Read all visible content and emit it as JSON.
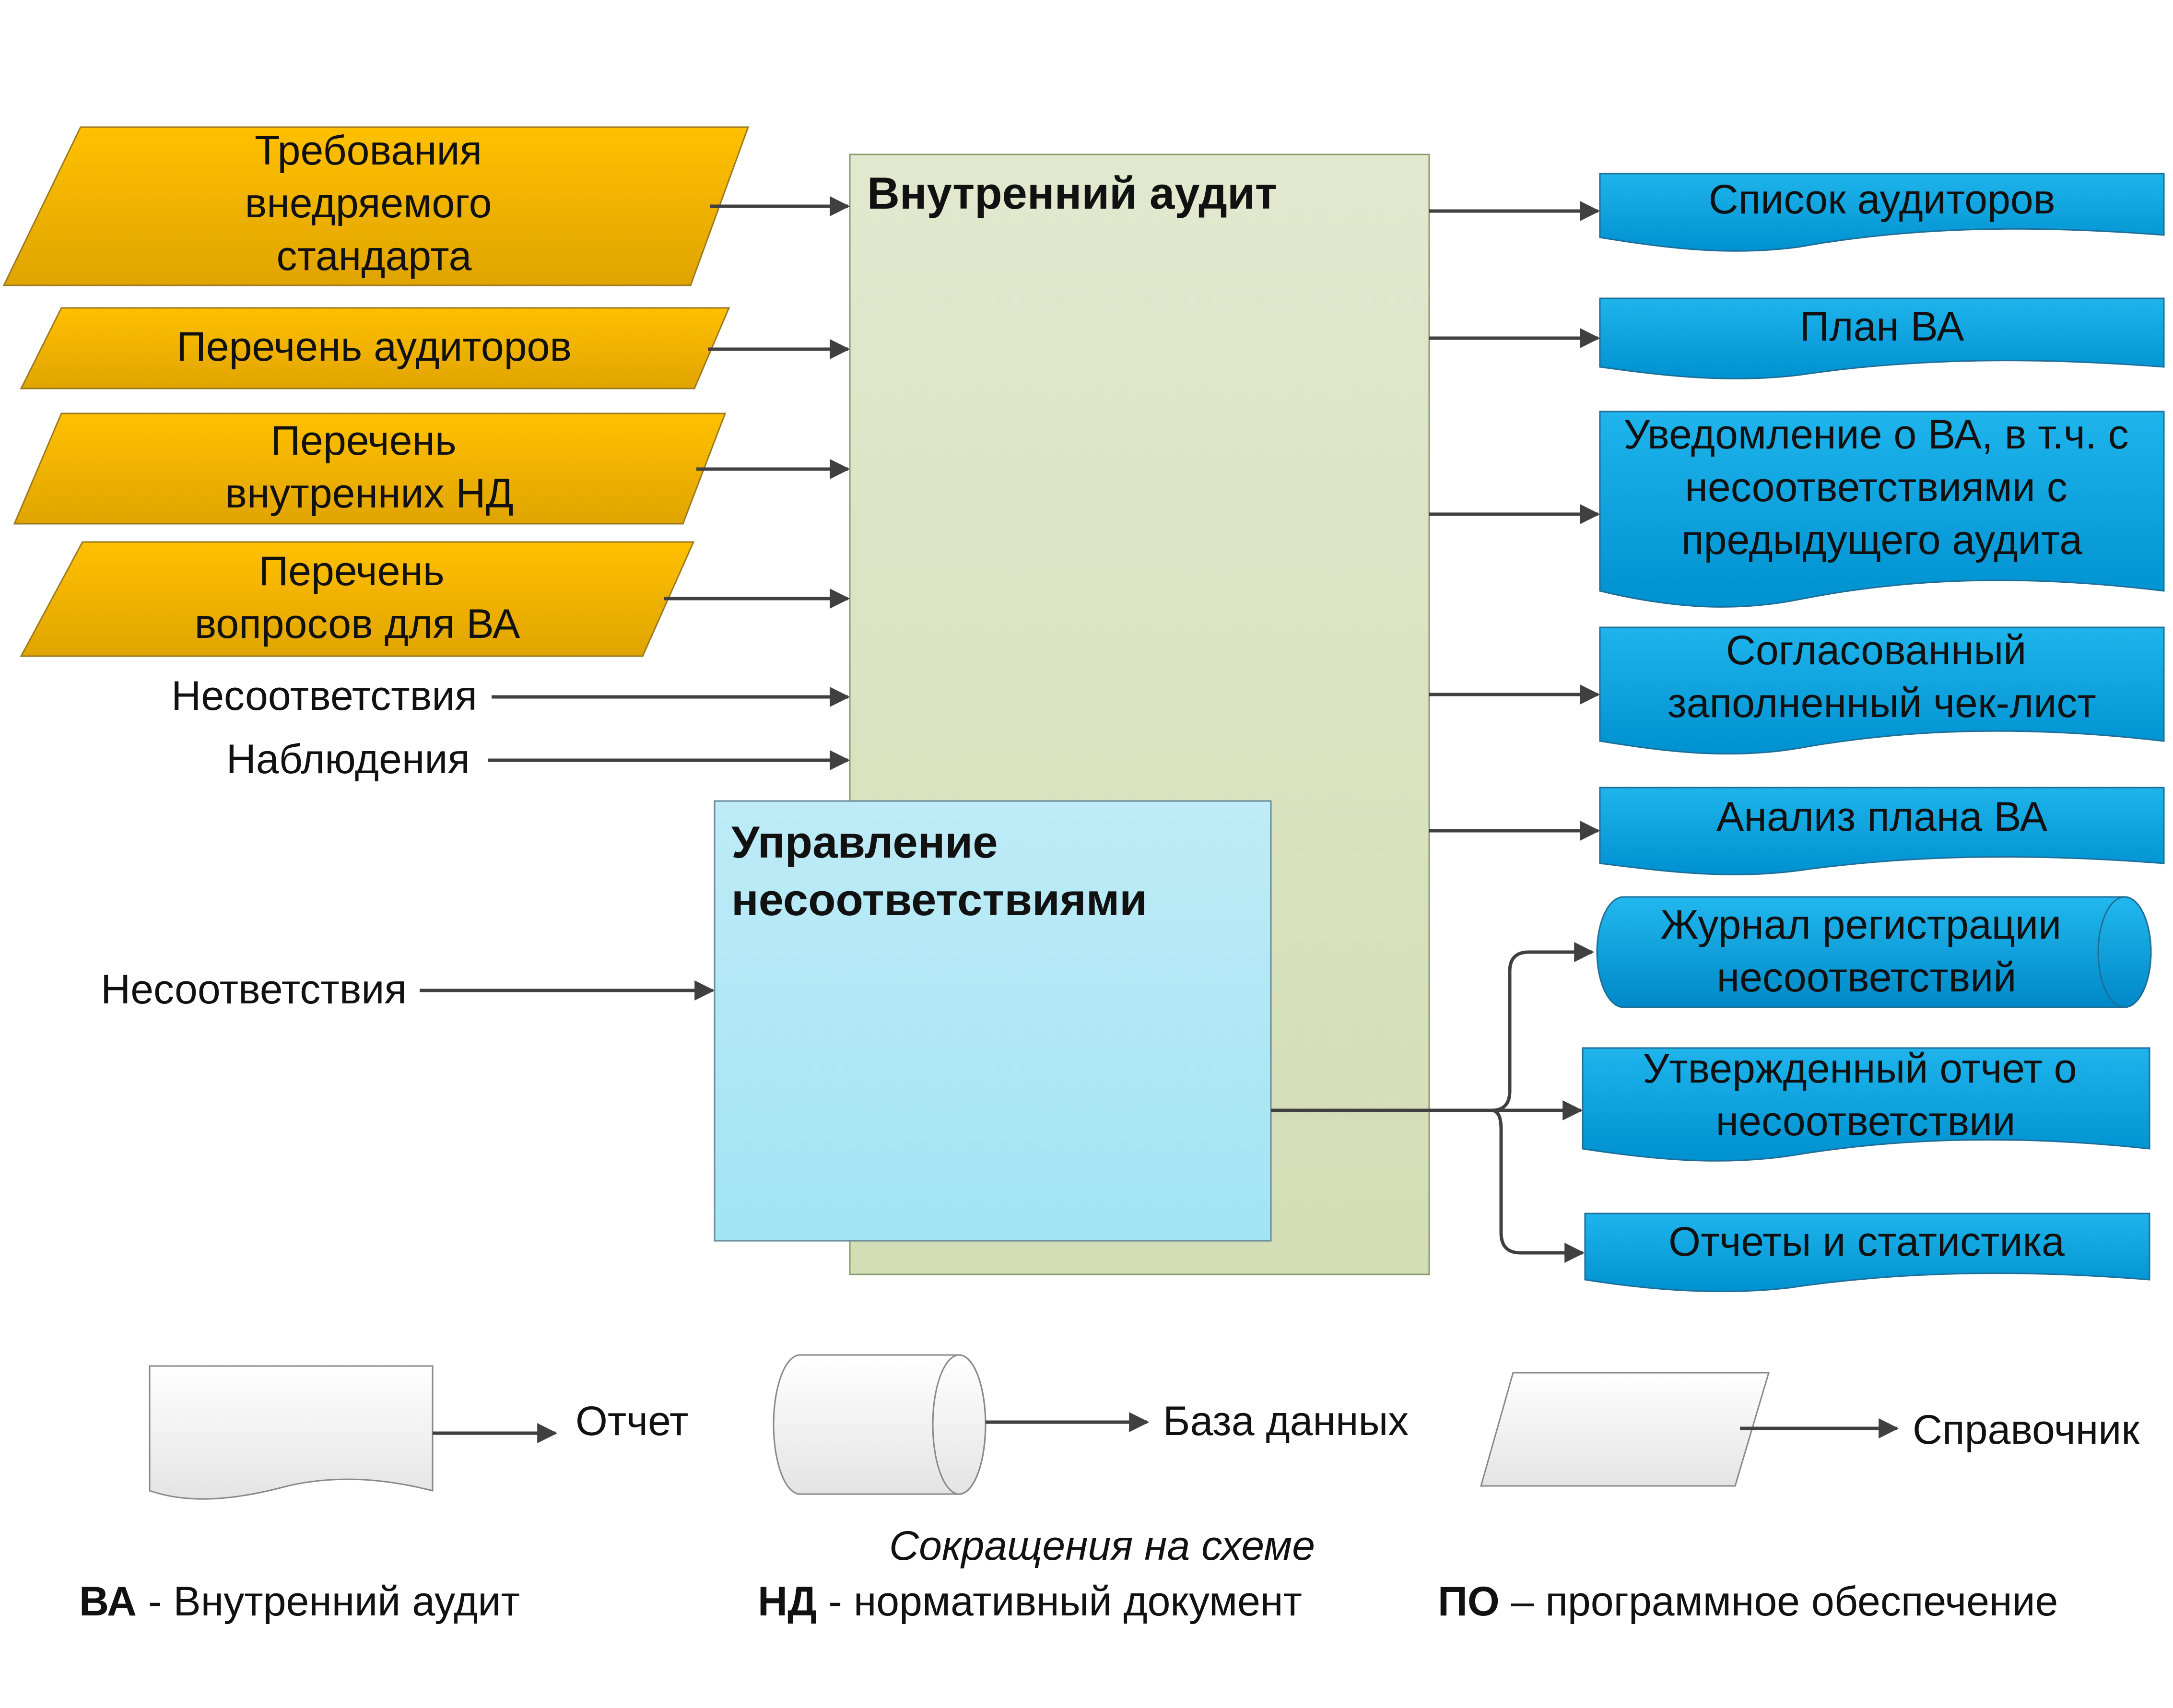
{
  "inputs": [
    {
      "lines": [
        "Требования",
        "внедряемого",
        "стандарта"
      ]
    },
    {
      "lines": [
        "Перечень аудиторов"
      ]
    },
    {
      "lines": [
        "Перечень",
        "внутренних НД"
      ]
    },
    {
      "lines": [
        "Перечень",
        "вопросов для ВА"
      ]
    }
  ],
  "plain_inputs": [
    "Несоответствия",
    "Наблюдения"
  ],
  "nc_input": "Несоответствия",
  "main_process": {
    "title": "Внутренний аудит"
  },
  "sub_process": {
    "title_lines": [
      "Управление",
      "несоответствиями"
    ]
  },
  "outputs": [
    {
      "lines": [
        "Список аудиторов"
      ]
    },
    {
      "lines": [
        "План ВА"
      ]
    },
    {
      "lines": [
        "Уведомление о ВА, в т.ч. с",
        "несоответствиями с",
        "предыдущего аудита"
      ]
    },
    {
      "lines": [
        "Согласованный",
        "заполненный чек-лист"
      ]
    },
    {
      "lines": [
        "Анализ плана ВА"
      ]
    }
  ],
  "nc_database": {
    "lines": [
      "Журнал регистрации",
      "несоответствий"
    ]
  },
  "nc_outputs": [
    {
      "lines": [
        "Утвержденный отчет о",
        "несоответствии"
      ]
    },
    {
      "lines": [
        "Отчеты и статистика"
      ]
    }
  ],
  "legend": {
    "report": "Отчет",
    "database": "База данных",
    "reference": "Справочник"
  },
  "abbreviations": {
    "caption": "Сокращения на схеме",
    "items": [
      {
        "abbr": "ВА",
        "sep": " - ",
        "text": "Внутренний аудит"
      },
      {
        "abbr": "НД",
        "sep": " - ",
        "text": "нормативный документ"
      },
      {
        "abbr": "ПО",
        "sep": " – ",
        "text": "программное обеспечение"
      }
    ]
  },
  "colors": {
    "reference_fill_top": "#FFC000",
    "reference_fill_bottom": "#E0A400",
    "report_fill_top": "#1FB4EC",
    "report_fill_bottom": "#0091D0",
    "main_fill": "#DCE3C4",
    "sub_fill": "#B6EAF6",
    "arrow": "#404040"
  }
}
